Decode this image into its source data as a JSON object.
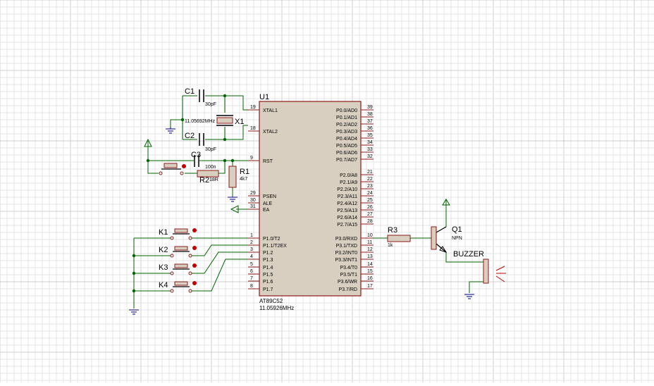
{
  "colors": {
    "background": "#ffffff",
    "grid_minor": "#e6e6e6",
    "grid_major": "#cfcfcf",
    "wire": "#006400",
    "pin": "#8b1a1a",
    "body_fill": "#d8cfc0",
    "body_stroke": "#8b1a1a",
    "text": "#000000",
    "switch_dot": "#c00000",
    "ground": "#000080"
  },
  "mcu": {
    "ref": "U1",
    "part": "AT89C52",
    "clock": "11.05926MHz",
    "left_pins": [
      {
        "num": "19",
        "label": "XTAL1"
      },
      {
        "num": "18",
        "label": "XTAL2"
      },
      {
        "num": "9",
        "label": "RST"
      },
      {
        "num": "29",
        "label": "PSEN"
      },
      {
        "num": "30",
        "label": "ALE"
      },
      {
        "num": "31",
        "label": "EA"
      },
      {
        "num": "1",
        "label": "P1.0/T2"
      },
      {
        "num": "2",
        "label": "P1.1/T2EX"
      },
      {
        "num": "3",
        "label": "P1.2"
      },
      {
        "num": "4",
        "label": "P1.3"
      },
      {
        "num": "5",
        "label": "P1.4"
      },
      {
        "num": "6",
        "label": "P1.5"
      },
      {
        "num": "7",
        "label": "P1.6"
      },
      {
        "num": "8",
        "label": "P1.7"
      }
    ],
    "right_pins": [
      {
        "num": "39",
        "label": "P0.0/AD0"
      },
      {
        "num": "38",
        "label": "P0.1/AD1"
      },
      {
        "num": "37",
        "label": "P0.2/AD2"
      },
      {
        "num": "36",
        "label": "P0.3/AD3"
      },
      {
        "num": "35",
        "label": "P0.4/AD4"
      },
      {
        "num": "34",
        "label": "P0.5/AD5"
      },
      {
        "num": "33",
        "label": "P0.6/AD6"
      },
      {
        "num": "32",
        "label": "P0.7/AD7"
      },
      {
        "num": "21",
        "label": "P2.0/A8"
      },
      {
        "num": "22",
        "label": "P2.1/A9"
      },
      {
        "num": "23",
        "label": "P2.2/A10"
      },
      {
        "num": "24",
        "label": "P2.3/A11"
      },
      {
        "num": "25",
        "label": "P2.4/A12"
      },
      {
        "num": "26",
        "label": "P2.5/A13"
      },
      {
        "num": "27",
        "label": "P2.6/A14"
      },
      {
        "num": "28",
        "label": "P2.7/A15"
      },
      {
        "num": "10",
        "label": "P3.0/RXD"
      },
      {
        "num": "11",
        "label": "P3.1/TXD"
      },
      {
        "num": "12",
        "label": "P3.2/INT0"
      },
      {
        "num": "13",
        "label": "P3.3/INT1"
      },
      {
        "num": "14",
        "label": "P3.4/T0"
      },
      {
        "num": "15",
        "label": "P3.5/T1"
      },
      {
        "num": "16",
        "label": "P3.6/WR"
      },
      {
        "num": "17",
        "label": "P3.7/RD"
      }
    ]
  },
  "components": {
    "c1": {
      "ref": "C1",
      "value": "30pF"
    },
    "c2": {
      "ref": "C2",
      "value": "30pF"
    },
    "c3": {
      "ref": "C3",
      "value": "100n"
    },
    "x1": {
      "ref": "X1",
      "value": "11.05692MHz"
    },
    "r1": {
      "ref": "R1",
      "value": "4k7"
    },
    "r2": {
      "ref": "R2",
      "value": "18R"
    },
    "r3": {
      "ref": "R3",
      "value": "1k"
    },
    "q1": {
      "ref": "Q1",
      "value": "NPN"
    },
    "buzzer": {
      "ref": "BUZZER"
    },
    "switches": [
      "K1",
      "K2",
      "K3",
      "K4"
    ]
  }
}
